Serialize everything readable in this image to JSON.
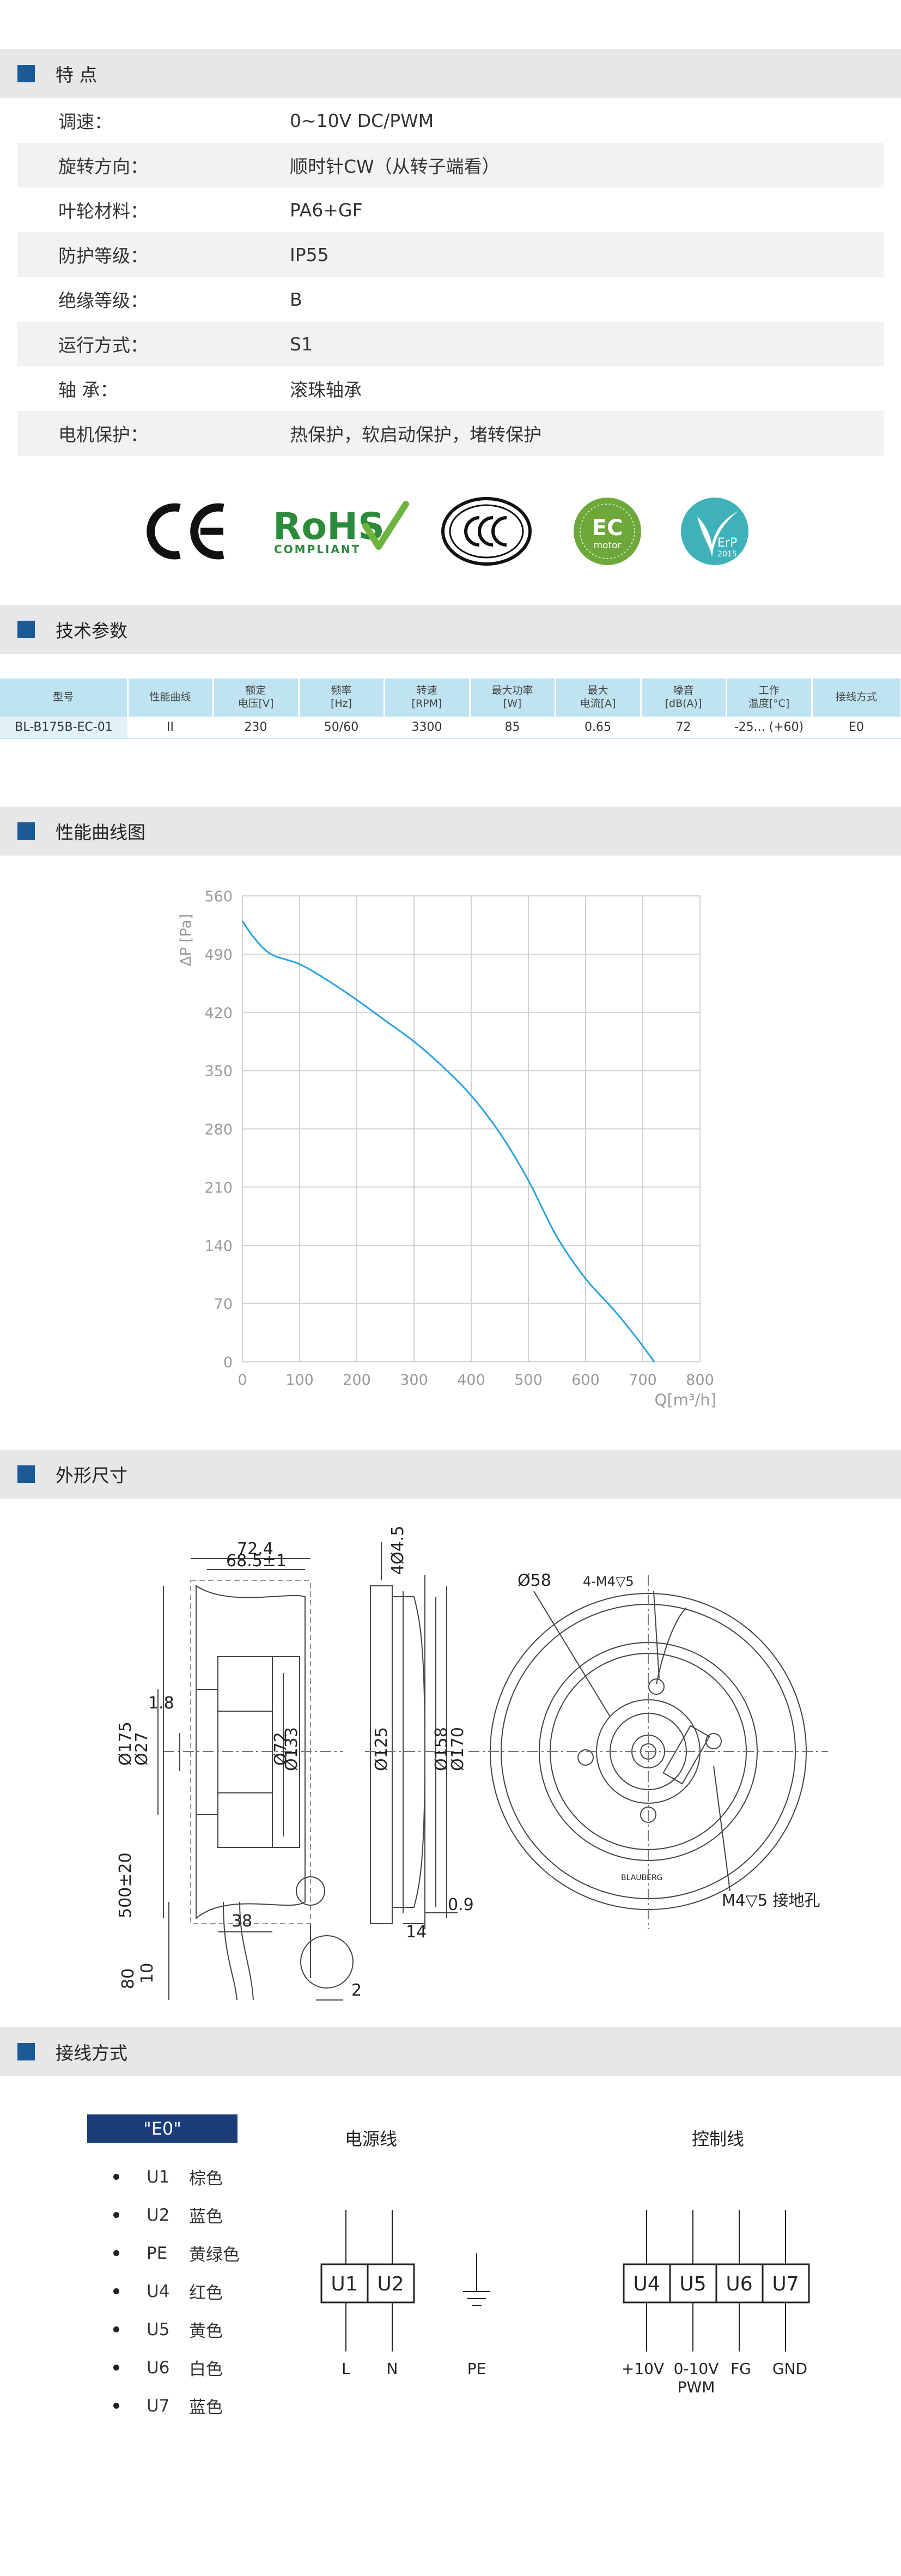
{
  "sections": {
    "features": "特 点",
    "tech_params": "技术参数",
    "performance_curve": "性能曲线图",
    "dimensions": "外形尺寸",
    "wiring": "接线方式"
  },
  "features": [
    {
      "label": "调速：",
      "value": "0~10V DC/PWM"
    },
    {
      "label": "旋转方向：",
      "value": "顺时针CW（从转子端看）"
    },
    {
      "label": "叶轮材料：",
      "value": "PA6+GF"
    },
    {
      "label": "防护等级：",
      "value": "IP55"
    },
    {
      "label": "绝缘等级：",
      "value": "B"
    },
    {
      "label": "运行方式：",
      "value": "S1"
    },
    {
      "label": "轴 承：",
      "value": "滚珠轴承"
    },
    {
      "label": "电机保护：",
      "value": "热保护，软启动保护，堵转保护"
    }
  ],
  "certifications": {
    "ce": "CE",
    "rohs": "RoHS",
    "rohs_sub": "COMPLIANT",
    "ccc": "CCC",
    "ec": "EC",
    "ec_sub": "motor",
    "erp": "ErP",
    "erp_year": "2015"
  },
  "spec_table": {
    "headers": [
      [
        "型号"
      ],
      [
        "性能曲线"
      ],
      [
        "额定",
        "电压[V]"
      ],
      [
        "频率",
        "[Hz]"
      ],
      [
        "转速",
        "[RPM]"
      ],
      [
        "最大功率",
        "[W]"
      ],
      [
        "最大",
        "电流[A]"
      ],
      [
        "噪音",
        "[dB(A)]"
      ],
      [
        "工作",
        "温度[°C]"
      ],
      [
        "接线方式"
      ]
    ],
    "row": [
      "BL-B175B-EC-01",
      "II",
      "230",
      "50/60",
      "3300",
      "85",
      "0.65",
      "72",
      "-25... (+60)",
      "E0"
    ]
  },
  "chart_data": {
    "type": "line",
    "xlabel": "Q[m³/h]",
    "ylabel": "ΔP [Pa]",
    "xlim": [
      0,
      800
    ],
    "ylim": [
      0,
      560
    ],
    "x_ticks": [
      "0",
      "100",
      "200",
      "300",
      "400",
      "500",
      "600",
      "700",
      "800"
    ],
    "y_ticks": [
      "0",
      "70",
      "140",
      "210",
      "280",
      "350",
      "420",
      "490",
      "560"
    ],
    "grid": true,
    "color": "#29a3d9",
    "series": [
      {
        "x": [
          0,
          20,
          50,
          100,
          150,
          200,
          250,
          300,
          350,
          400,
          450,
          500,
          550,
          600,
          650,
          690,
          720
        ],
        "values": [
          530,
          510,
          490,
          478,
          458,
          435,
          410,
          385,
          355,
          320,
          275,
          218,
          150,
          100,
          62,
          28,
          0
        ]
      }
    ]
  },
  "dimensions": {
    "side": [
      "72.4",
      "68.5±1",
      "Ø175",
      "Ø27",
      "1.8",
      "Ø72",
      "Ø133",
      "500±20",
      "38",
      "80",
      "10",
      "2"
    ],
    "profile": [
      "4Ø4.5",
      "Ø125",
      "Ø158",
      "Ø170",
      "14",
      "0.9"
    ],
    "front": [
      "Ø58",
      "4-M4▽5",
      "M4▽5 接地孔",
      "BLAUBERG"
    ]
  },
  "wiring": {
    "box_label": "\"E0\"",
    "legend": [
      {
        "code": "U1",
        "color": "棕色"
      },
      {
        "code": "U2",
        "color": "蓝色"
      },
      {
        "code": "PE",
        "color": "黄绿色"
      },
      {
        "code": "U4",
        "color": "红色"
      },
      {
        "code": "U5",
        "color": "黄色"
      },
      {
        "code": "U6",
        "color": "白色"
      },
      {
        "code": "U7",
        "color": "蓝色"
      }
    ],
    "power_title": "电源线",
    "control_title": "控制线",
    "power_terminals": [
      "U1",
      "U2"
    ],
    "power_labels": [
      "L",
      "N",
      "PE"
    ],
    "control_terminals": [
      "U4",
      "U5",
      "U6",
      "U7"
    ],
    "control_labels": [
      "+10V",
      "0-10V",
      "PWM",
      "FG",
      "GND"
    ]
  }
}
